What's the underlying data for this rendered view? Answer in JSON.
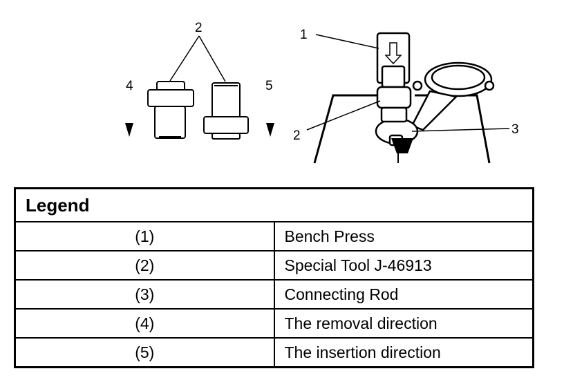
{
  "callouts": {
    "top_left_2": "2",
    "top_left_4": "4",
    "top_left_5": "5",
    "right_1": "1",
    "right_2": "2",
    "right_3": "3"
  },
  "legend": {
    "title": "Legend",
    "rows": [
      {
        "num": "(1)",
        "desc": "Bench Press"
      },
      {
        "num": "(2)",
        "desc": "Special Tool J-46913"
      },
      {
        "num": "(3)",
        "desc": "Connecting Rod"
      },
      {
        "num": "(4)",
        "desc": "The removal direction"
      },
      {
        "num": "(5)",
        "desc": "The insertion direction"
      }
    ]
  },
  "colors": {
    "ink": "#000000",
    "paper": "#ffffff"
  }
}
